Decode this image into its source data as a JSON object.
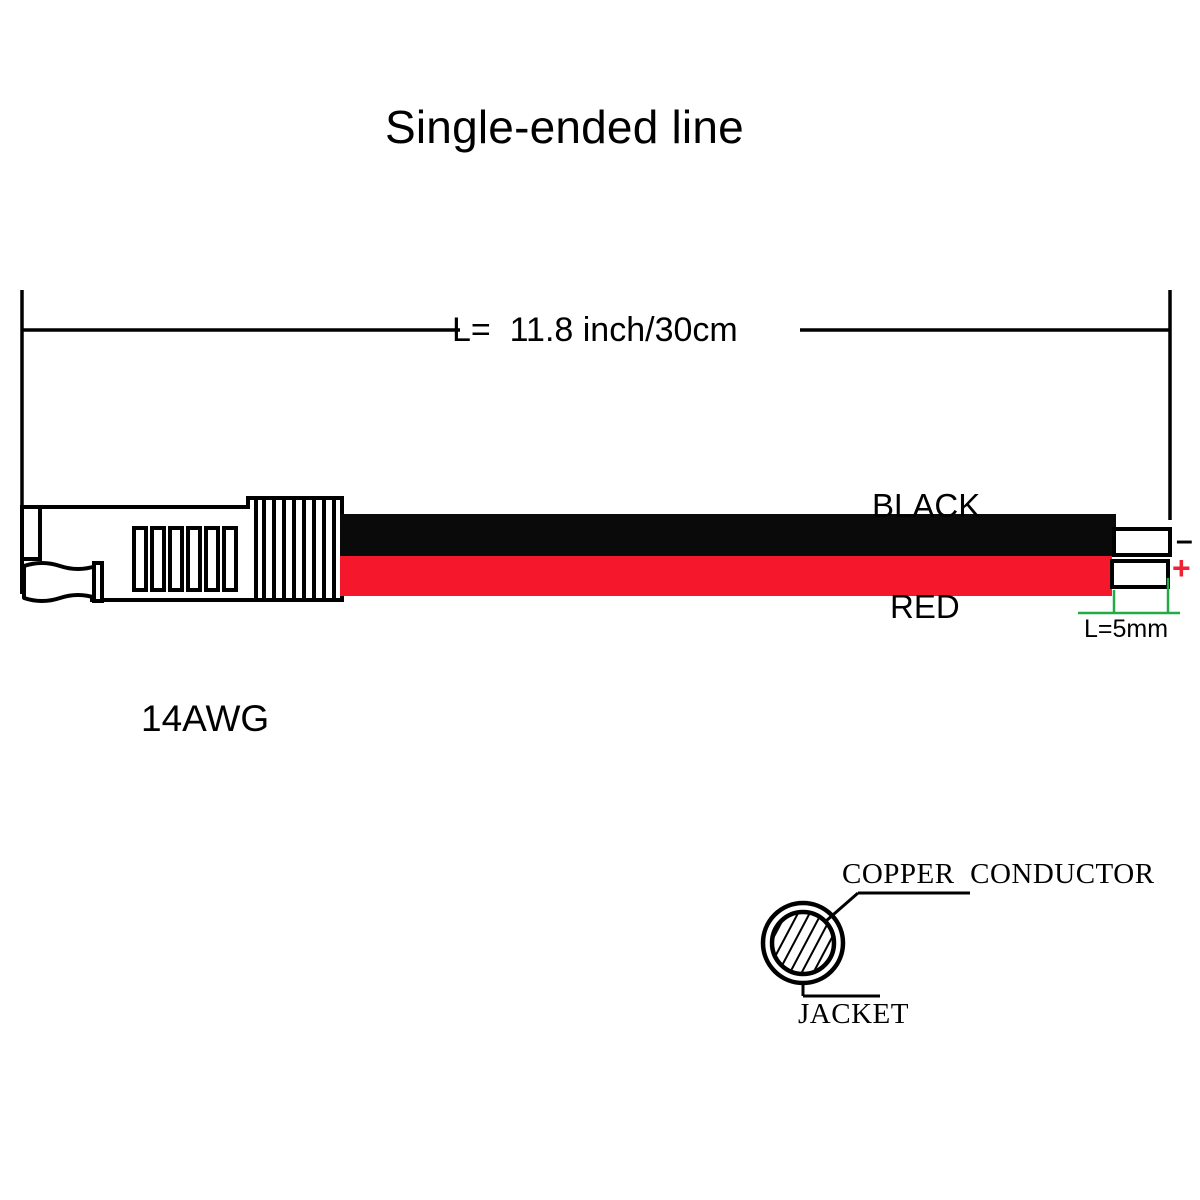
{
  "diagram": {
    "title": "Single-ended line",
    "type": "technical-drawing",
    "product": "SAE connector pigtail cable"
  },
  "dimensions": {
    "overall_length_label": "L=  11.8 inch/30cm",
    "strip_length_label": "L=5mm"
  },
  "wires": {
    "black_label": "BLACK",
    "red_label": "RED",
    "gauge_label": "14AWG",
    "negative_sign": "–",
    "positive_sign": "+"
  },
  "cross_section": {
    "conductor_label": "COPPER  CONDUCTOR",
    "jacket_label": "JACKET"
  },
  "colors": {
    "black_wire": "#0a0a0a",
    "red_wire": "#f5172c",
    "outline": "#000000",
    "dimension_green": "#22aa44",
    "positive_red": "#ee2233",
    "background": "#ffffff"
  }
}
